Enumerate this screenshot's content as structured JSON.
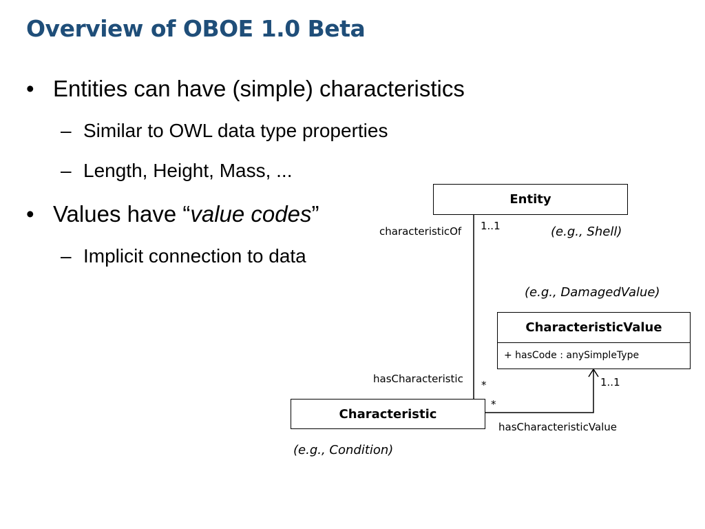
{
  "slide": {
    "title": "Overview of OBOE 1.0 Beta",
    "bullets": [
      {
        "text": "Entities can have (simple) characteristics"
      },
      {
        "text_before": "Values have “",
        "emphasis": "value codes",
        "text_after": "”"
      }
    ],
    "subbullets": [
      "Similar to OWL data type properties",
      "Length, Height, Mass, ...",
      "Implicit connection to data"
    ],
    "bullet_symbol": "•",
    "dash_symbol": "–",
    "title_color": "#1f4e79"
  },
  "diagram": {
    "entity": {
      "name": "Entity",
      "example": "(e.g., Shell)"
    },
    "characteristic": {
      "name": "Characteristic",
      "example": "(e.g., Condition)"
    },
    "characteristic_value": {
      "name": "CharacteristicValue",
      "attribute": "+ hasCode : anySimpleType",
      "example": "(e.g., DamagedValue)"
    },
    "associations": {
      "entity_char": {
        "upper_role": "characteristicOf",
        "upper_multiplicity": "1..1",
        "lower_role": "hasCharacteristic",
        "lower_multiplicity": "*"
      },
      "char_value": {
        "role": "hasCharacteristicValue",
        "source_multiplicity": "*",
        "target_multiplicity": "1..1"
      }
    }
  }
}
